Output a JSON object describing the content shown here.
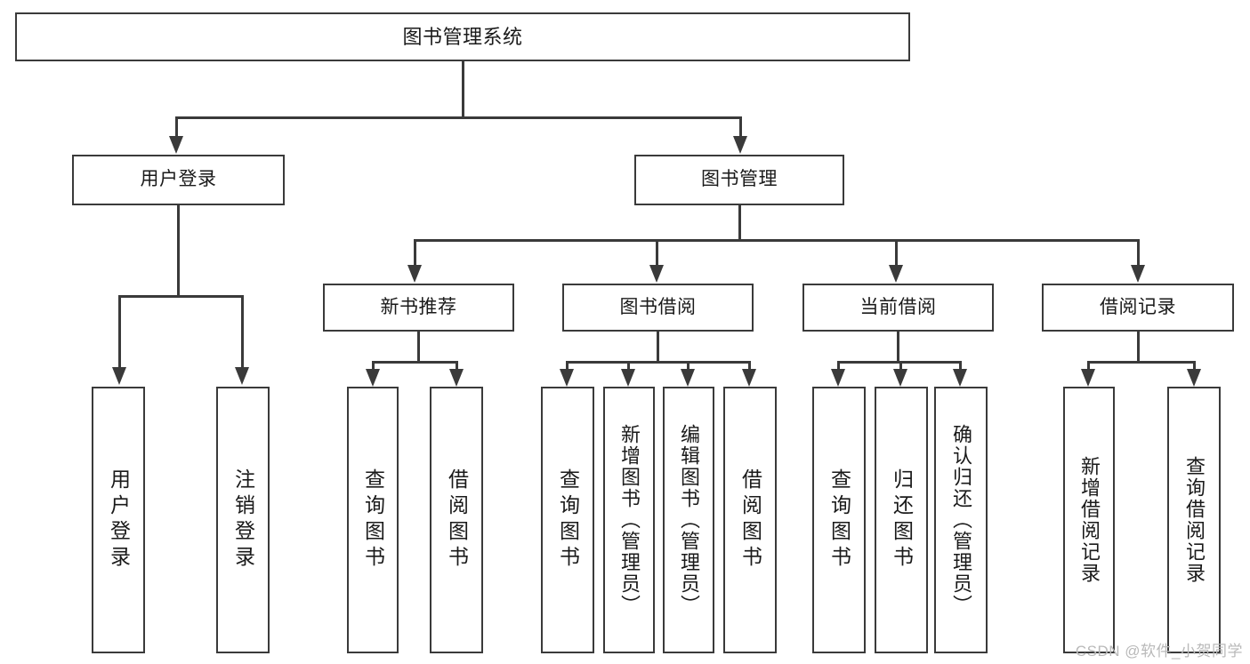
{
  "diagram": {
    "type": "tree-hierarchy",
    "title": "图书管理系统",
    "root": {
      "label": "图书管理系统"
    },
    "level2": [
      {
        "label": "用户登录"
      },
      {
        "label": "图书管理"
      }
    ],
    "level3": [
      {
        "label": "新书推荐"
      },
      {
        "label": "图书借阅"
      },
      {
        "label": "当前借阅"
      },
      {
        "label": "借阅记录"
      }
    ],
    "leaves": {
      "user_login": [
        {
          "label": "用户登录"
        },
        {
          "label": "注销登录"
        }
      ],
      "new_book_recommend": [
        {
          "label": "查询图书"
        },
        {
          "label": "借阅图书"
        }
      ],
      "book_borrow": [
        {
          "label": "查询图书"
        },
        {
          "label": "新增图书（管理员）"
        },
        {
          "label": "编辑图书（管理员）"
        },
        {
          "label": "借阅图书"
        }
      ],
      "current_borrow": [
        {
          "label": "查询图书"
        },
        {
          "label": "归还图书"
        },
        {
          "label": "确认归还（管理员）"
        }
      ],
      "borrow_record": [
        {
          "label": "新增借阅记录"
        },
        {
          "label": "查询借阅记录"
        }
      ]
    }
  },
  "watermark": {
    "text": "CSDN @软件_小贺同学"
  },
  "colors": {
    "box_border": "#3a3a3a",
    "box_fill": "#ffffff",
    "text": "#1a1a1a",
    "watermark": "#b9b9b9"
  }
}
